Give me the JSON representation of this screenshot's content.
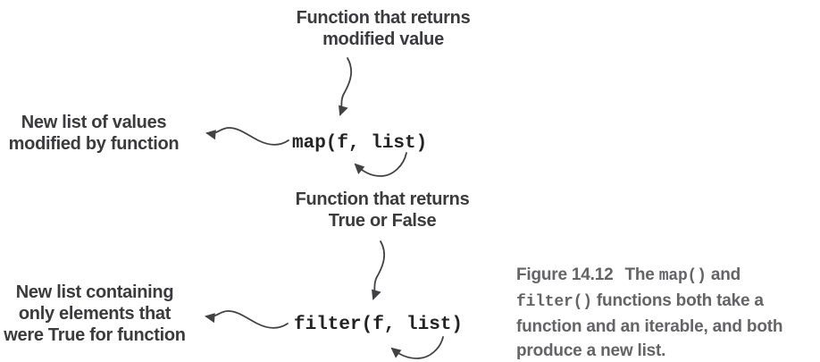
{
  "map_section": {
    "function_label": [
      "Function that returns",
      "modified value"
    ],
    "code": "map(f, list)",
    "result_label": [
      "New list of values",
      "modified by function"
    ]
  },
  "filter_section": {
    "function_label": [
      "Function that returns",
      "True or False"
    ],
    "code": "filter(f, list)",
    "result_label": [
      "New list containing",
      "only elements that",
      "were True for function"
    ]
  },
  "caption": {
    "figure_label": "Figure 14.12",
    "line1_text1": "The ",
    "line1_code": "map()",
    "line1_text2": " and",
    "line2_code": "filter()",
    "line2_text": " functions both take a",
    "line3_text": "function and an iterable, and both",
    "line4_text": "produce a new list."
  },
  "arrows": [
    {
      "name": "function-to-map-arrow"
    },
    {
      "name": "map-to-result-arrow"
    },
    {
      "name": "list-to-map-arrow"
    },
    {
      "name": "function-to-filter-arrow"
    },
    {
      "name": "filter-to-result-arrow"
    },
    {
      "name": "list-to-filter-arrow"
    }
  ],
  "colors": {
    "background": "#ffffff",
    "label_text": "#3b3b3d",
    "code_text": "#232325",
    "arrow": "#424244",
    "caption_text": "#646467"
  }
}
